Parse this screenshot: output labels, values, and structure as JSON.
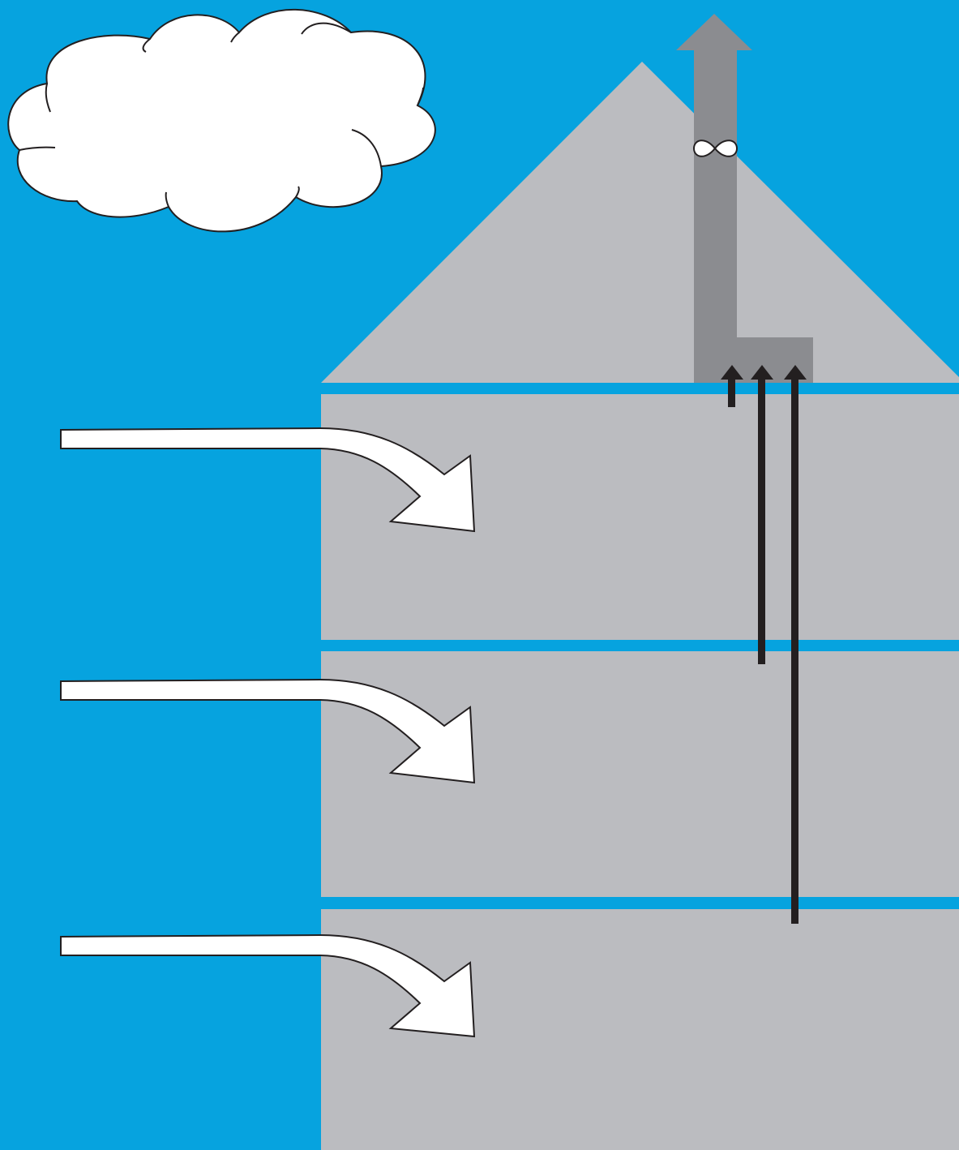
{
  "colors": {
    "sky": "#06a3df",
    "building": "#bbbcc0",
    "duct": "#8b8c90",
    "cloud": "#ffffff",
    "outline": "#231f20",
    "arrow_fill": "#ffffff",
    "exhaust_arrow": "#231f20"
  },
  "scene": {
    "floors": 3,
    "fan_symbol": "∞",
    "fan_icon": "fan-icon",
    "supply_arrows": 3,
    "exhaust_risers": 3
  }
}
